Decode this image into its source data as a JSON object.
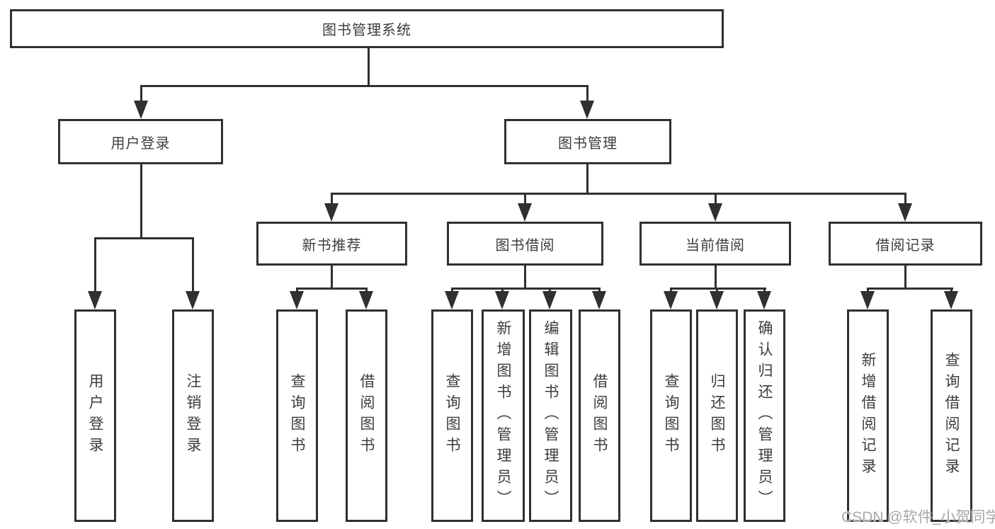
{
  "colors": {
    "line": "#303030",
    "text": "#3d3d3d",
    "watermark": "#a8a8a8",
    "background": "#ffffff"
  },
  "root": {
    "label": "图书管理系统"
  },
  "branches": [
    {
      "label": "用户登录",
      "children": [
        {
          "label": "用户登录"
        },
        {
          "label": "注销登录"
        }
      ]
    },
    {
      "label": "图书管理",
      "sections": [
        {
          "label": "新书推荐",
          "children": [
            {
              "label": "查询图书"
            },
            {
              "label": "借阅图书"
            }
          ]
        },
        {
          "label": "图书借阅",
          "children": [
            {
              "label": "查询图书"
            },
            {
              "label": "新增图书（管理员）"
            },
            {
              "label": "编辑图书（管理员）"
            },
            {
              "label": "借阅图书"
            }
          ]
        },
        {
          "label": "当前借阅",
          "children": [
            {
              "label": "查询图书"
            },
            {
              "label": "归还图书"
            },
            {
              "label": "确认归还（管理员）"
            }
          ]
        },
        {
          "label": "借阅记录",
          "children": [
            {
              "label": "新增借阅记录"
            },
            {
              "label": "查询借阅记录"
            }
          ]
        }
      ]
    }
  ],
  "watermark": {
    "text": "CSDN @软件_小贺同学"
  }
}
